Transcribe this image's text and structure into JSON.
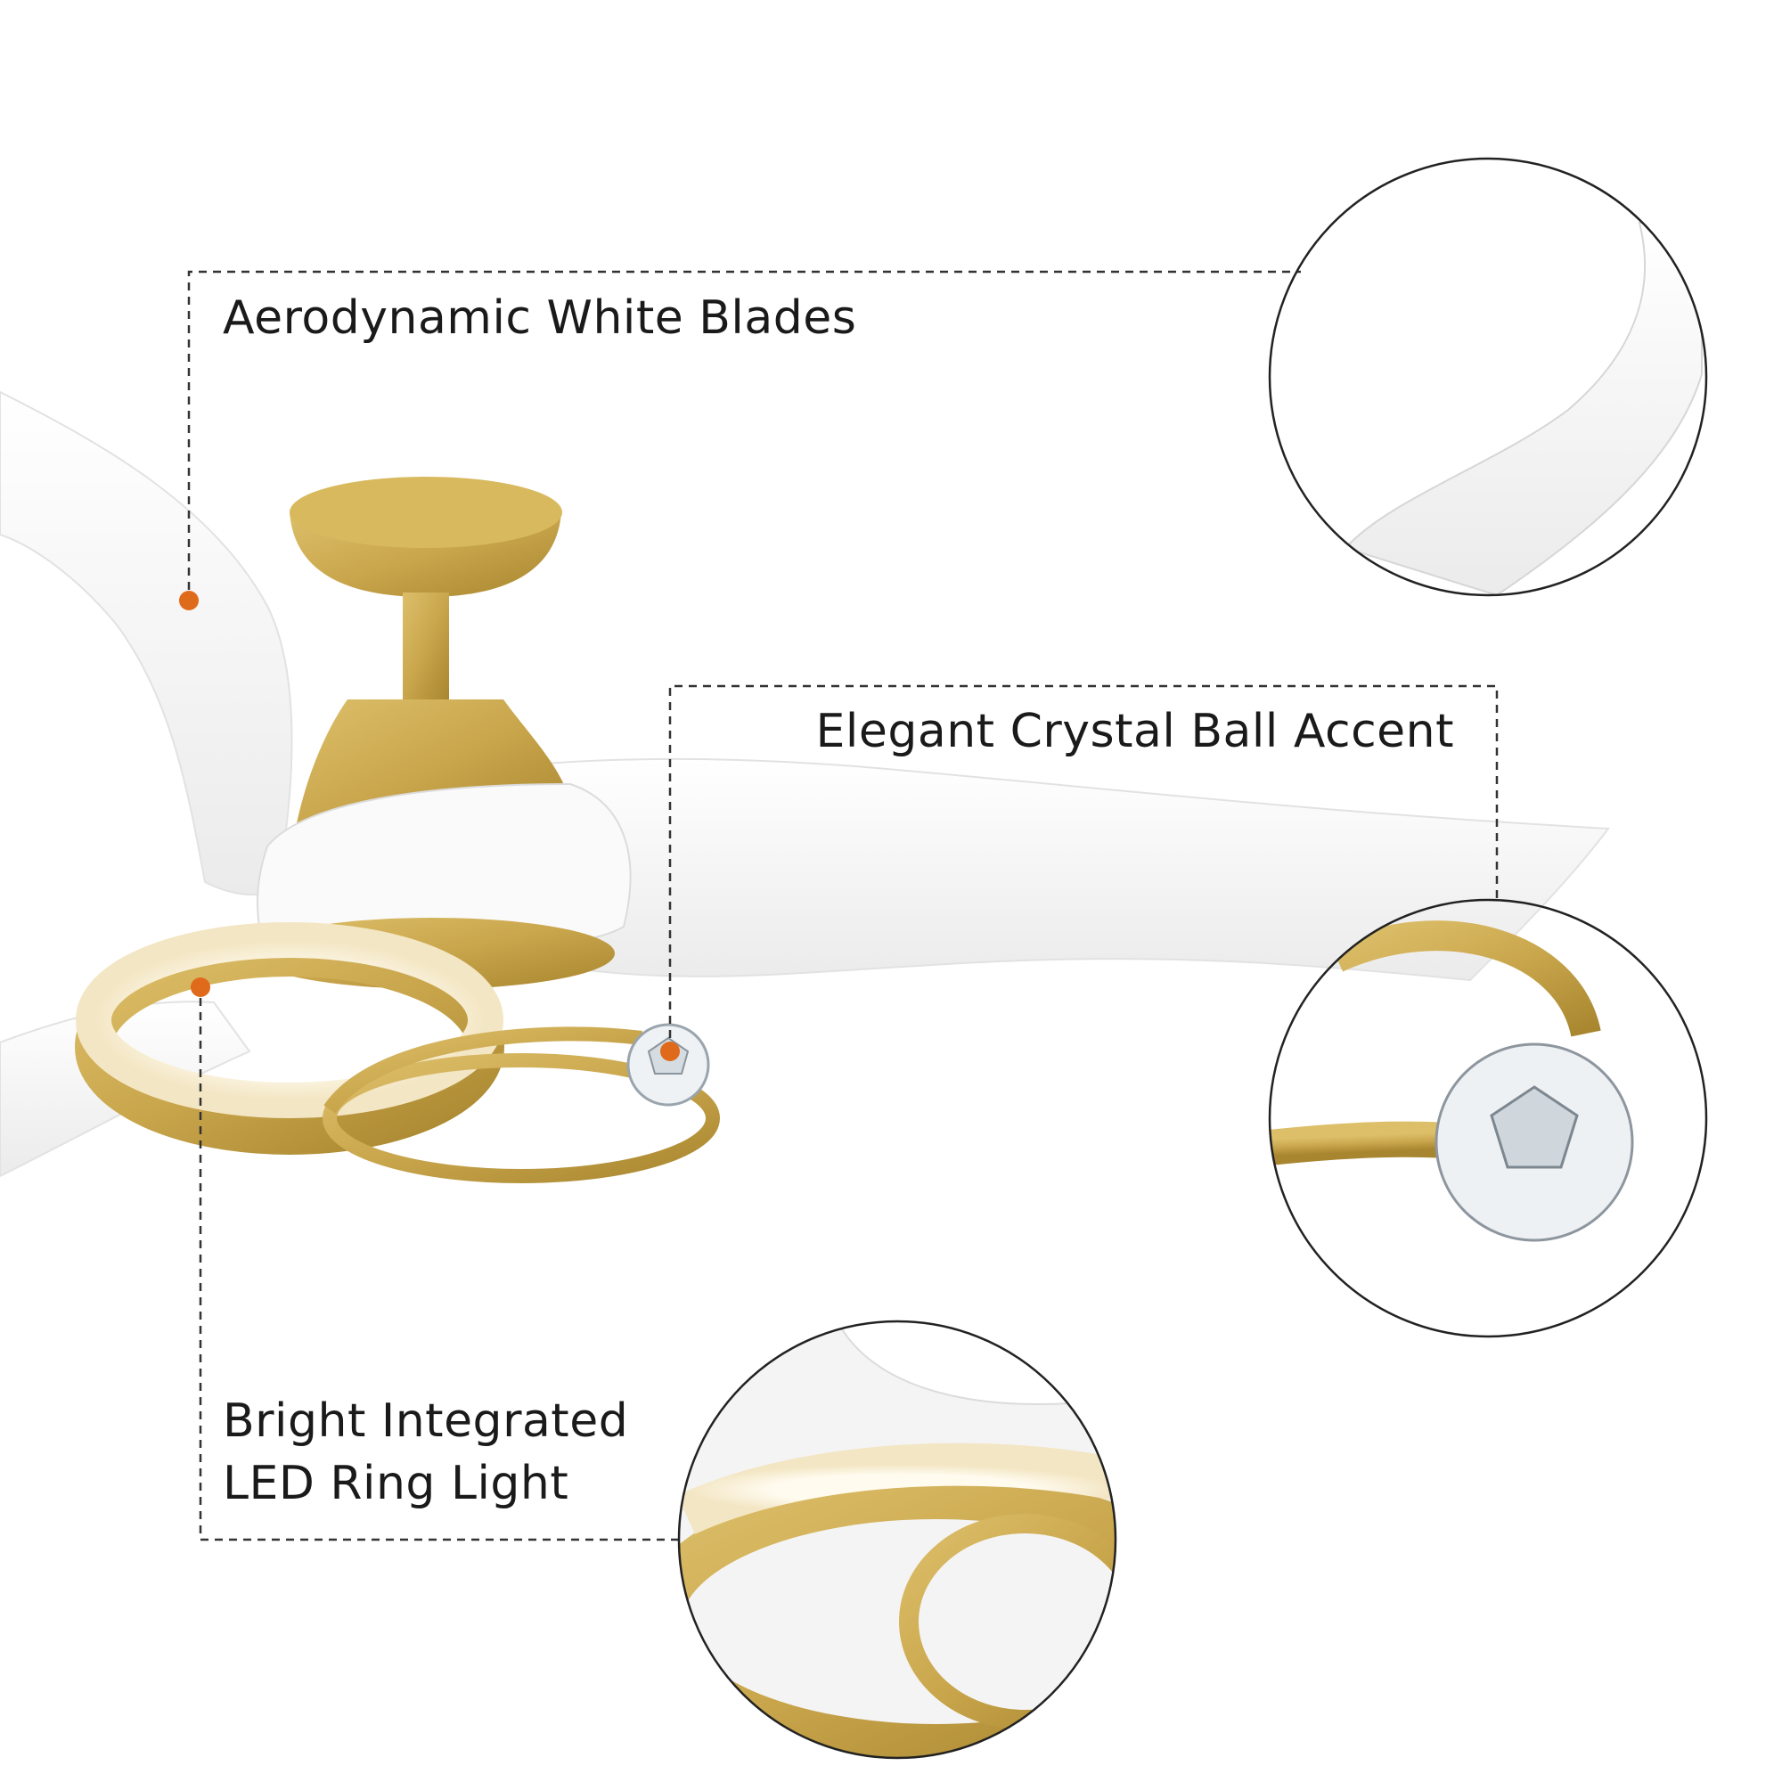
{
  "features": {
    "blades": {
      "label": "Aerodynamic White Blades"
    },
    "crystal": {
      "label": "Elegant Crystal Ball Accent"
    },
    "led": {
      "line1": "Bright Integrated",
      "line2": "LED Ring Light"
    }
  },
  "colors": {
    "gold": "#c9a64c",
    "gold_dark": "#a8862f",
    "blade_white": "#f7f7f7",
    "marker_orange": "#e06a1b",
    "leader_line": "#333333",
    "text": "#1a1a1a"
  }
}
